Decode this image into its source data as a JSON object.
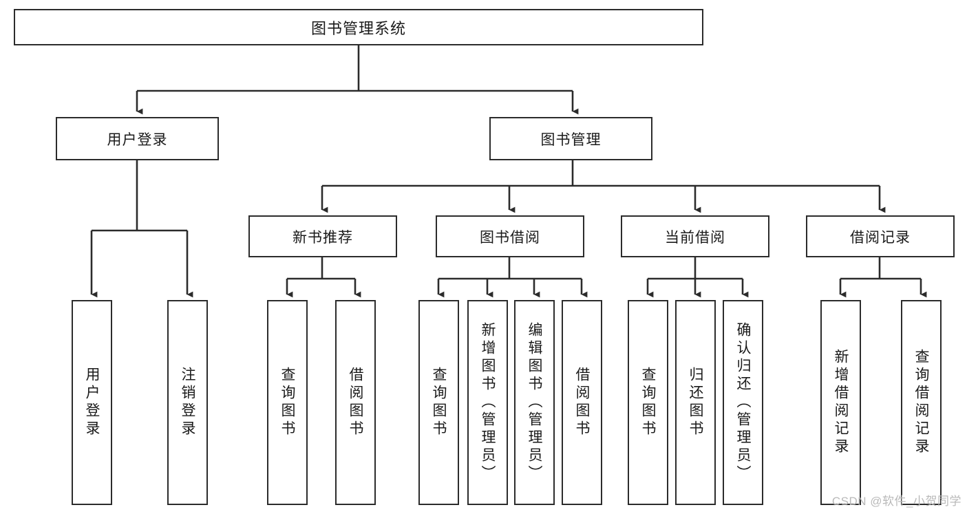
{
  "diagram": {
    "title": "图书管理系统",
    "type": "tree-hierarchy",
    "watermark": "CSDN @软件_小贺同学",
    "colors": {
      "stroke": "#2b2b2b",
      "fill": "#ffffff",
      "text": "#1a1a1a",
      "watermark": "#b9b9b9"
    },
    "root": {
      "label": "图书管理系统"
    },
    "level2": [
      {
        "label": "用户登录"
      },
      {
        "label": "图书管理"
      }
    ],
    "level3": [
      {
        "label": "新书推荐"
      },
      {
        "label": "图书借阅"
      },
      {
        "label": "当前借阅"
      },
      {
        "label": "借阅记录"
      }
    ],
    "leaves": {
      "user_login": [
        {
          "label": "用户登录"
        },
        {
          "label": "注销登录"
        }
      ],
      "new_book": [
        {
          "label": "查询图书"
        },
        {
          "label": "借阅图书"
        }
      ],
      "book_borrow": [
        {
          "label": "查询图书"
        },
        {
          "label": "新增图书（管理员）"
        },
        {
          "label": "编辑图书（管理员）"
        },
        {
          "label": "借阅图书"
        }
      ],
      "current_borrow": [
        {
          "label": "查询图书"
        },
        {
          "label": "归还图书"
        },
        {
          "label": "确认归还（管理员）"
        }
      ],
      "borrow_record": [
        {
          "label": "新增借阅记录"
        },
        {
          "label": "查询借阅记录"
        }
      ]
    }
  }
}
